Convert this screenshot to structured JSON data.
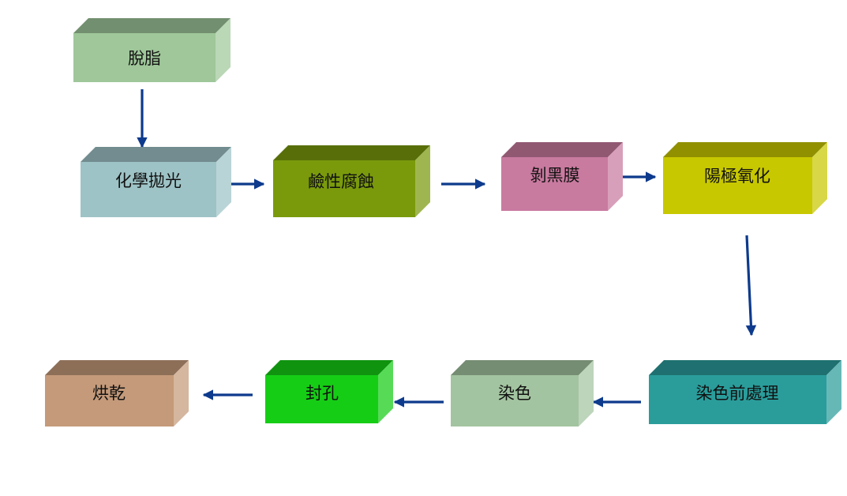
{
  "diagram": {
    "type": "process-flow",
    "steps": [
      {
        "id": "degrease",
        "label": "脫脂",
        "color": "#9fc79a"
      },
      {
        "id": "chem-polish",
        "label": "化學拋光",
        "color": "#9ec3c6"
      },
      {
        "id": "alkali-etch",
        "label": "鹼性腐蝕",
        "color": "#7a9a0c"
      },
      {
        "id": "desmut",
        "label": "剝黑膜",
        "color": "#c97a9f"
      },
      {
        "id": "anodize",
        "label": "陽極氧化",
        "color": "#c8c800"
      },
      {
        "id": "pre-dye",
        "label": "染色前處理",
        "color": "#2a9d9b"
      },
      {
        "id": "dye",
        "label": "染色",
        "color": "#a3c4a0"
      },
      {
        "id": "seal",
        "label": "封孔",
        "color": "#16cd16"
      },
      {
        "id": "dry",
        "label": "烘乾",
        "color": "#c49a7a"
      }
    ],
    "connections": [
      [
        "degrease",
        "chem-polish"
      ],
      [
        "chem-polish",
        "alkali-etch"
      ],
      [
        "alkali-etch",
        "desmut"
      ],
      [
        "desmut",
        "anodize"
      ],
      [
        "anodize",
        "pre-dye"
      ],
      [
        "pre-dye",
        "dye"
      ],
      [
        "dye",
        "seal"
      ],
      [
        "seal",
        "dry"
      ]
    ],
    "arrow_color": "#0d3a8c"
  }
}
